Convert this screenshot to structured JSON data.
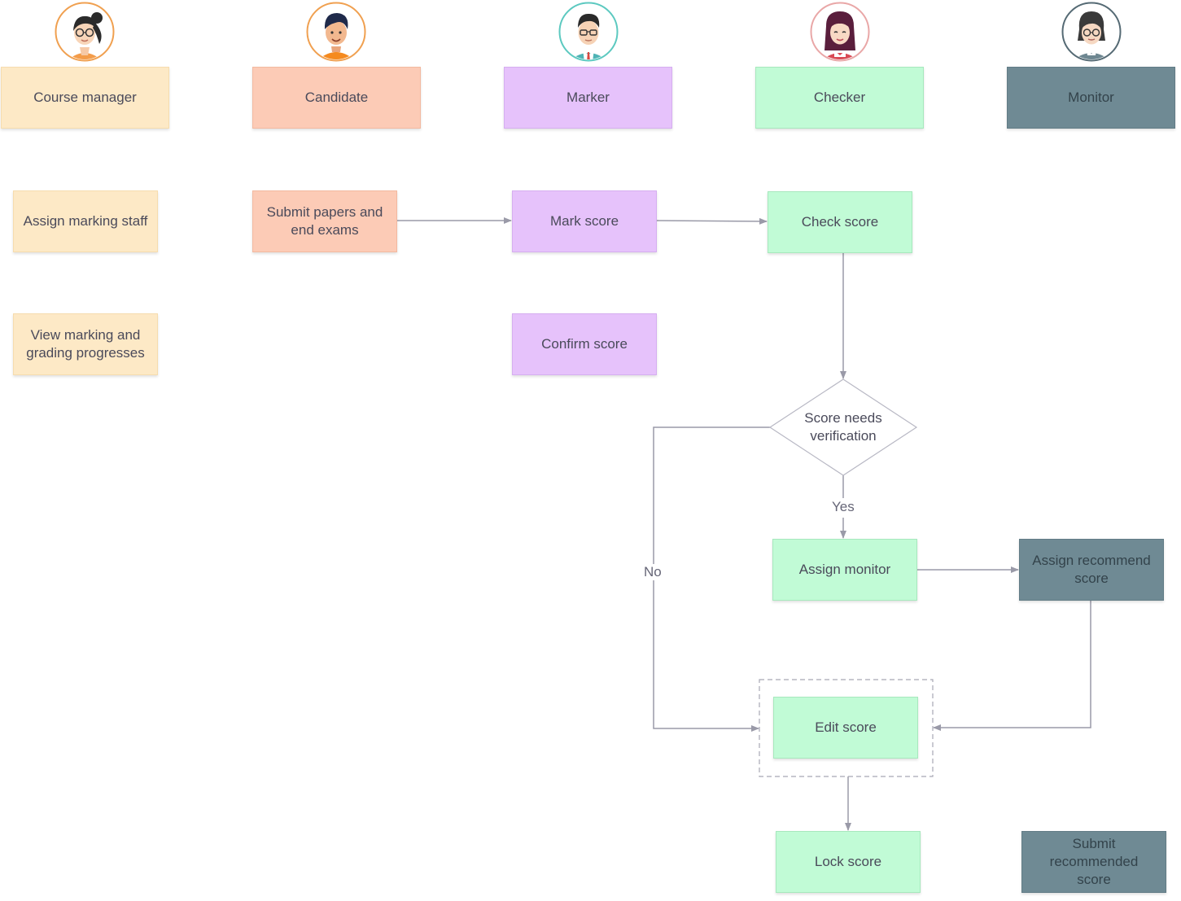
{
  "lanes": {
    "course_manager": "Course manager",
    "candidate": "Candidate",
    "marker": "Marker",
    "checker": "Checker",
    "monitor": "Monitor"
  },
  "nodes": {
    "assign_marking_staff": "Assign marking staff",
    "view_progress": "View marking and grading progresses",
    "submit_papers": "Submit papers and end exams",
    "mark_score": "Mark score",
    "confirm_score": "Confirm score",
    "check_score": "Check score",
    "score_needs_verification": "Score needs verification",
    "assign_monitor": "Assign monitor",
    "assign_recommend_score": "Assign recommend score",
    "edit_score": "Edit score",
    "lock_score": "Lock score",
    "submit_recommended_score": "Submit recommended score"
  },
  "edge_labels": {
    "yes": "Yes",
    "no": "No"
  },
  "colors": {
    "course_manager": "#fde9c6",
    "candidate": "#fccbb6",
    "marker": "#e6c2fb",
    "checker": "#c1fbd6",
    "monitor": "#6f8a94",
    "connector": "#9a9aa8"
  },
  "icons": [
    "woman-with-glasses-avatar",
    "young-man-avatar",
    "man-with-glasses-avatar",
    "woman-avatar",
    "woman-with-glasses-dark-avatar"
  ]
}
